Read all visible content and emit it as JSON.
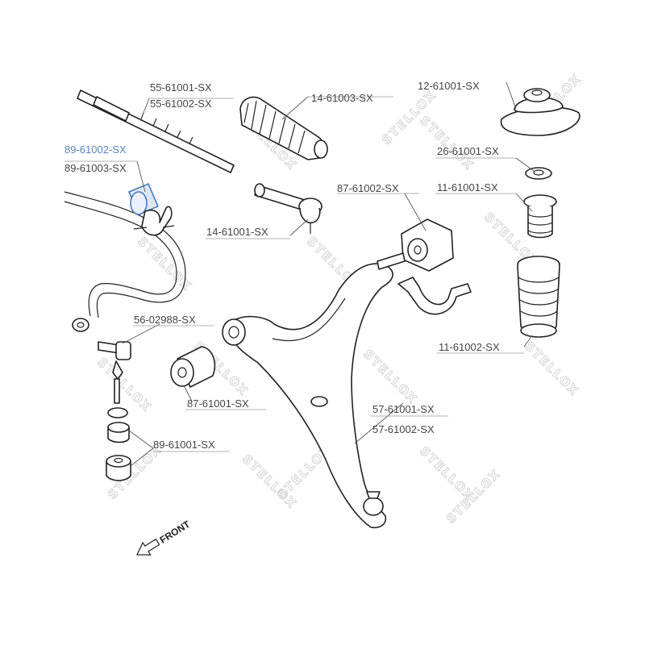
{
  "watermark": {
    "text": "STELLOX"
  },
  "callouts": {
    "c55_1": "55-61001-SX",
    "c55_2": "55-61002-SX",
    "c14_3": "14-61003-SX",
    "c12_1": "12-61001-SX",
    "c89_2": "89-61002-SX",
    "c89_3": "89-61003-SX",
    "c26_1": "26-61001-SX",
    "c87_2": "87-61002-SX",
    "c11_1": "11-61001-SX",
    "c14_1": "14-61001-SX",
    "c56": "56-02988-SX",
    "c87_1": "87-61001-SX",
    "c11_2": "11-61002-SX",
    "c57_1": "57-61001-SX",
    "c57_2": "57-61002-SX",
    "c89_1": "89-61001-SX"
  },
  "front_label": "FRONT",
  "highlight_color": "#5a86b8"
}
